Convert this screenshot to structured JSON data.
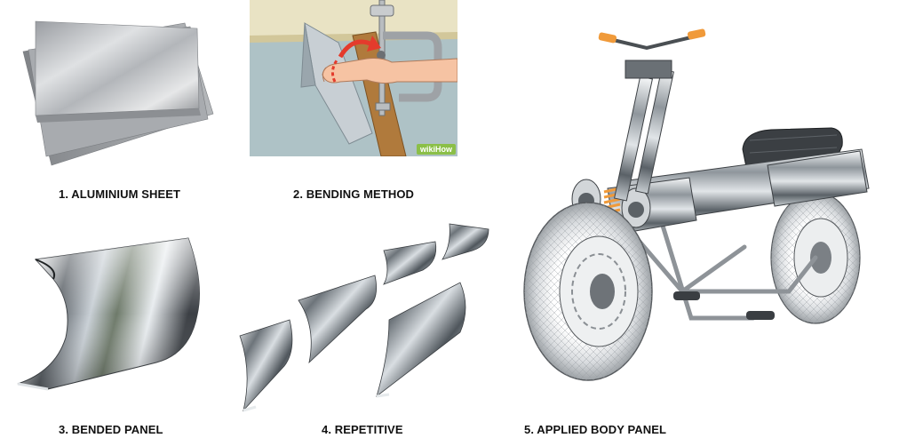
{
  "captions": {
    "step1": "1. ALUMINIUM SHEET",
    "step2": "2. BENDING METHOD",
    "step3": "3. BENDED PANEL",
    "step4": "4. REPETITIVE",
    "step5": "5. APPLIED BODY PANEL"
  },
  "watermark": "wikiHow",
  "colors": {
    "aluminium": "#b9bcc0",
    "wall": "#e9e3c4",
    "table": "#aec2c6",
    "wood": "#b07a3c",
    "arrow": "#e43b2c",
    "spring": "#f09a3a",
    "watermark_bg": "#8bbf48"
  }
}
